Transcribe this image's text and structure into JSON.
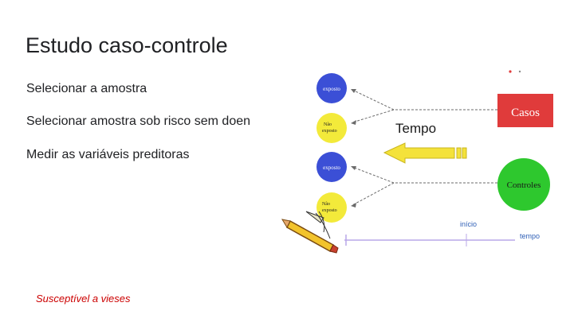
{
  "slide": {
    "title": "Estudo caso-controle",
    "bullets": [
      "Selecionar a amostra",
      "Selecionar amostra sob risco sem doen",
      "Medir as variáveis preditoras"
    ],
    "footer": "Susceptível a vieses"
  },
  "diagram": {
    "circles": [
      {
        "label": "exposto",
        "fill": "#3b4fd6"
      },
      {
        "label_line1": "Não",
        "label_line2": "exposto",
        "fill": "#f3ea3a"
      },
      {
        "label": "exposto",
        "fill": "#3b4fd6"
      },
      {
        "label_line1": "Não",
        "label_line2": "exposto",
        "fill": "#f3ea3a"
      }
    ],
    "cases": {
      "label": "Casos",
      "fill": "#e03b3b"
    },
    "controls": {
      "label": "Controles",
      "fill": "#2ec82e"
    },
    "time_label": "Tempo",
    "timeline": {
      "start_label": "início",
      "end_label": "tempo"
    },
    "colors": {
      "arrow": "#f4e23a",
      "timeline": "#b9a7e8",
      "timeline_text": "#2f5fb6"
    },
    "icons": [
      "pencil-icon"
    ]
  }
}
